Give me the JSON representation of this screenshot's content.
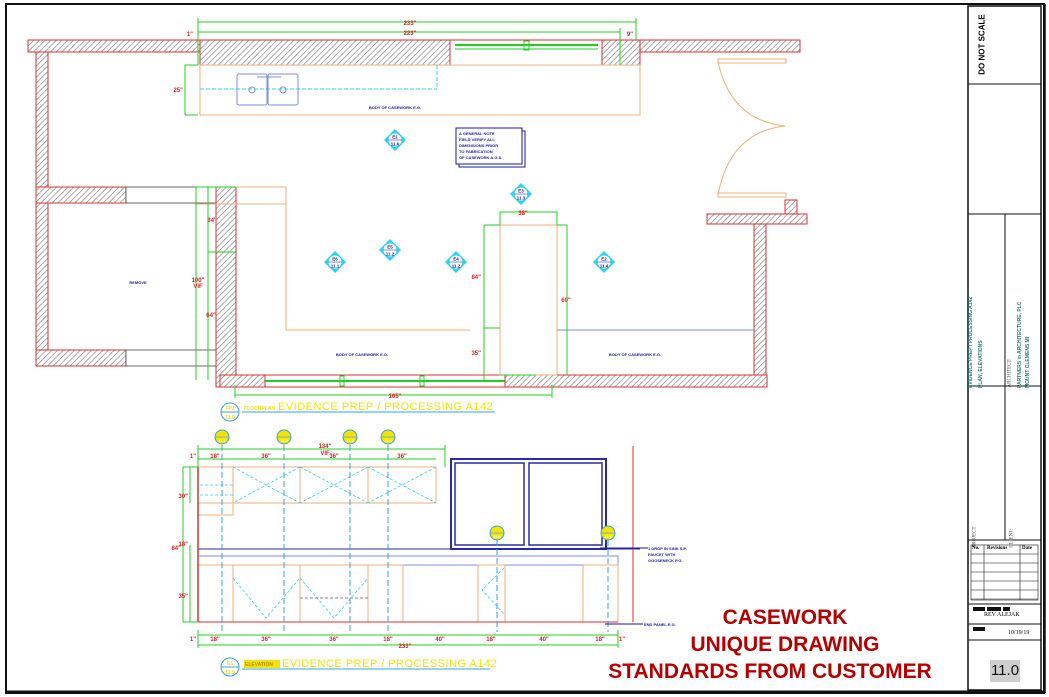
{
  "sheet": {
    "number": "11.0",
    "overlay_lines": [
      "CASEWORK",
      "UNIQUE DRAWING",
      "STANDARDS FROM CUSTOMER"
    ],
    "colors": {
      "wall": "#d83030",
      "dimension": "#22d022",
      "dim_text": "#e02020",
      "casework": "#f0b27a",
      "tag": "#2ad4ee",
      "note": "#1a1aa8",
      "title": "#f4e400",
      "overlay": "#b50000"
    }
  },
  "title_block": {
    "do_not_scale": "DO NOT SCALE",
    "drawing_title": "EVIDENCE PREP / PROCESSING A142",
    "drawing_subtitle": "PLAN, ELEVATIONS",
    "architect_label": "ARCHITECT:",
    "architect_name": "PARTNERS in ARCHITECTURE, PLC",
    "architect_city": "MOUNT CLEMENS MI",
    "project_label": "PROJECT:",
    "client_label": "CLIENT:",
    "revisions_headers": [
      "No.",
      "Revisions",
      "Date"
    ],
    "drawn_by": "REV ALEJAK",
    "date": "10/19/19"
  },
  "floorplan": {
    "title_prefix": "FLOORPLAN",
    "title": "EVIDENCE PREP / PROCESSING A142",
    "tag_top": "FP1",
    "tag_bottom": "11.0",
    "dims": {
      "overall_top": "233\"",
      "inner_top": "223\"",
      "left_small": "1\"",
      "right_small": "9\"",
      "depth_top": "25\"",
      "left_34": "34\"",
      "left_100": "100\"",
      "left_vif": "VIF",
      "left_64": "64\"",
      "island_width": "38\"",
      "island_left": "84\"",
      "island_right": "60\"",
      "island_bottom": "35\"",
      "bottom_overall": "105\""
    },
    "notes": {
      "top_counter": "BODY OF CASEWORK E.G.",
      "bottom_counter": "BODY OF CASEWORK E.G.",
      "right_counter": "BODY OF CASEWORK E.G.",
      "room": "REMOVE",
      "general_note": [
        "A GENERAL NOTE",
        "FIELD VERIFY ALL",
        "DIMENSIONS PRIOR",
        "TO FABRICATION",
        "OF CASEWORK A.G.S."
      ]
    },
    "elevation_tags": [
      {
        "id": "E1",
        "sheet": "11.6"
      },
      {
        "id": "E3",
        "sheet": "11.3"
      },
      {
        "id": "E5",
        "sheet": "11.2"
      },
      {
        "id": "E6",
        "sheet": "11.1"
      },
      {
        "id": "E4",
        "sheet": "11.2"
      },
      {
        "id": "E2",
        "sheet": "11.4"
      }
    ]
  },
  "elevation": {
    "title_prefix": "ELEVATION",
    "title": "EVIDENCE PREP / PROCESSING A142",
    "tag_top": "E1",
    "tag_bottom": "11.0",
    "upper_dims": [
      "1\"",
      "18\"",
      "36\"",
      "36\"",
      "36\""
    ],
    "upper_overall": "134\"",
    "upper_vif": "VIF",
    "left_dims": {
      "upper": "30\"",
      "total": "84\"",
      "middle": "18\"",
      "lower": "35\""
    },
    "lower_dims": [
      "1\"",
      "18\"",
      "36\"",
      "36\"",
      "18\"",
      "40\"",
      "18\"",
      "40\"",
      "18\"",
      "1\""
    ],
    "lower_overall": "233\"",
    "section_tags": [
      "11.1",
      "11.2",
      "11.3",
      "11.4",
      "11.5",
      "11.6"
    ],
    "notes": [
      "1 DROP IN SINK S.P.",
      "FAUCET WITH",
      "GOOSENECK P.G.",
      "END PANEL E.G."
    ]
  }
}
